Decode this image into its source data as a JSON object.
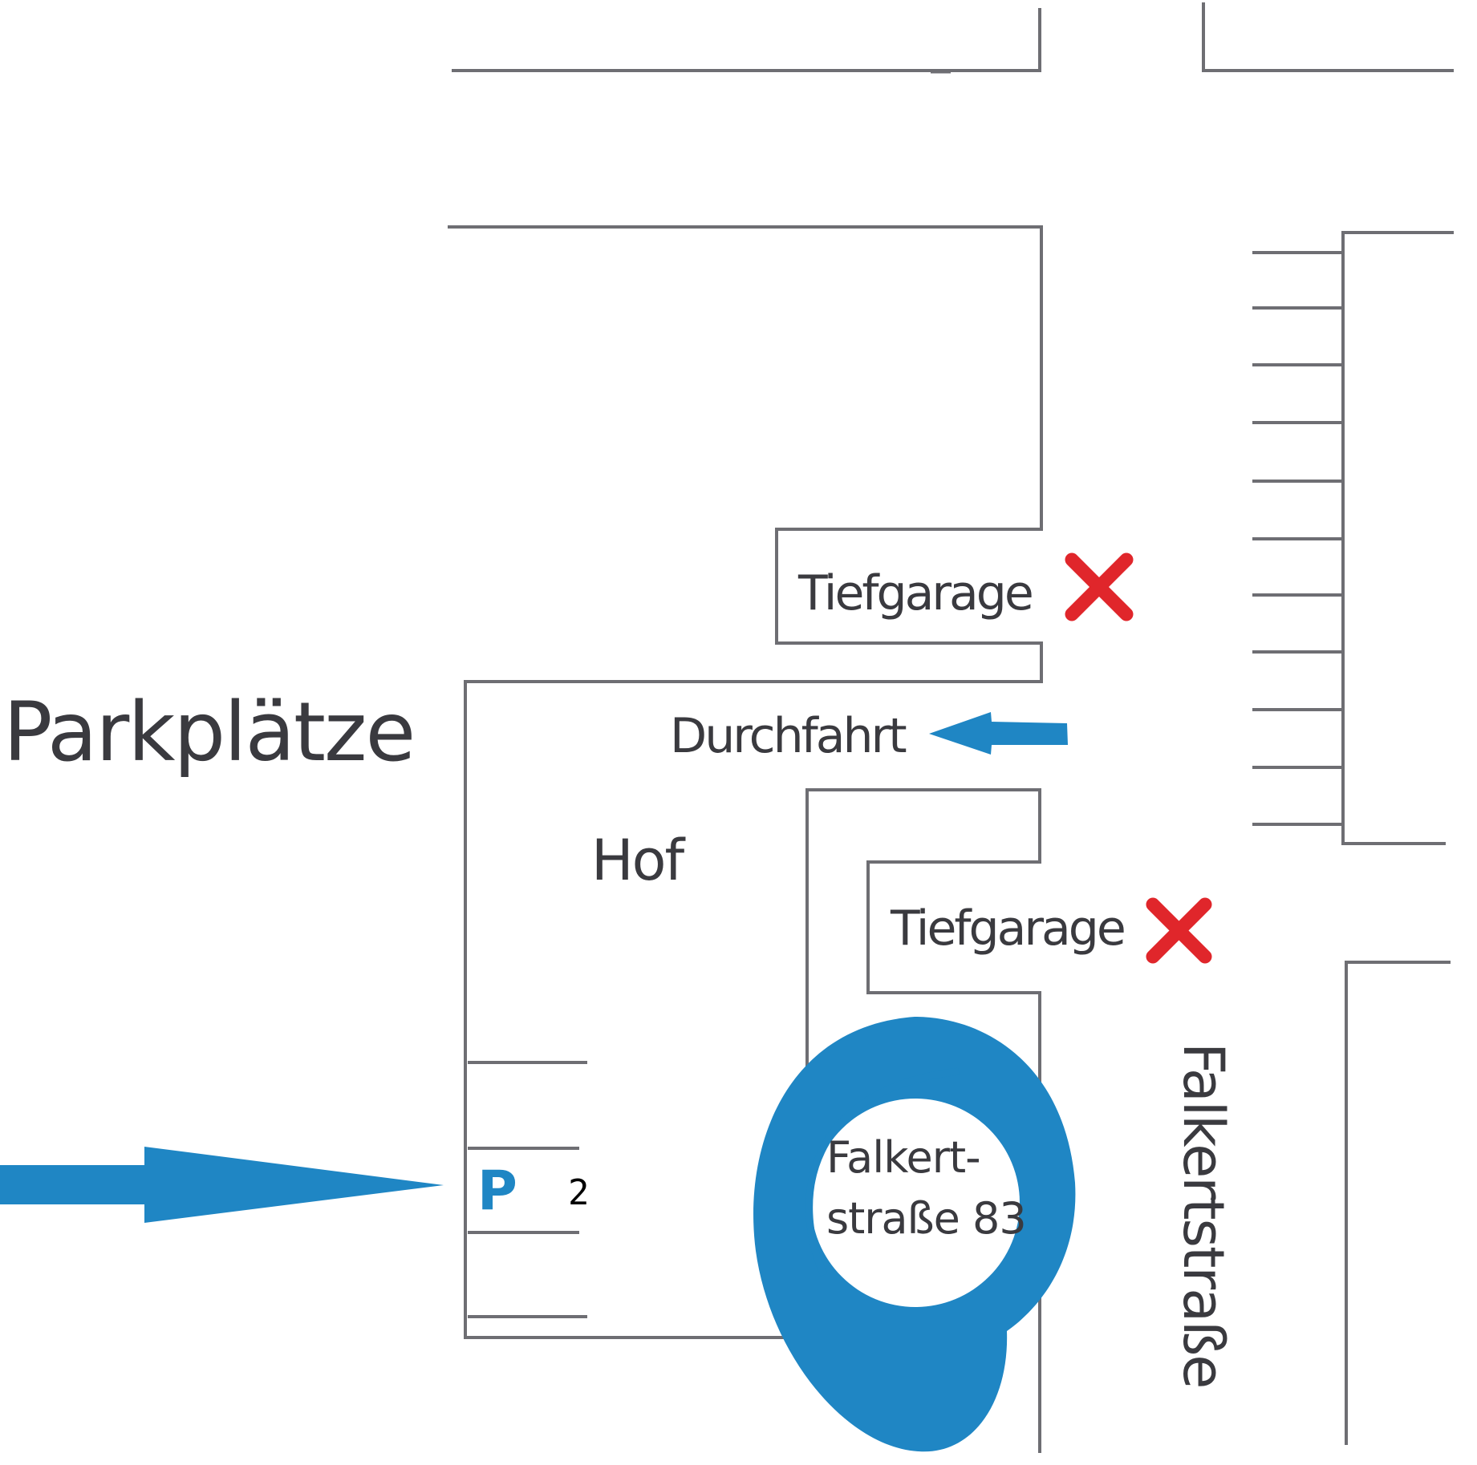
{
  "map": {
    "labels": {
      "parking": "Parkplätze",
      "underground_garage_1": "Tiefgarage",
      "underground_garage_2": "Tiefgarage",
      "passage": "Durchfahrt",
      "courtyard": "Hof",
      "street": "Falkertstraße",
      "address_line1": "Falkert-",
      "address_line2": "straße 83",
      "parking_symbol": "P",
      "parking_count": "2"
    },
    "icons": [
      "cross-icon",
      "arrow-left-icon",
      "arrow-right-icon",
      "location-pin-icon"
    ],
    "colors": {
      "accent": "#1f86c4",
      "cross": "#e0262b",
      "lines": "#6e6e73",
      "text": "#3a3a3f"
    }
  }
}
